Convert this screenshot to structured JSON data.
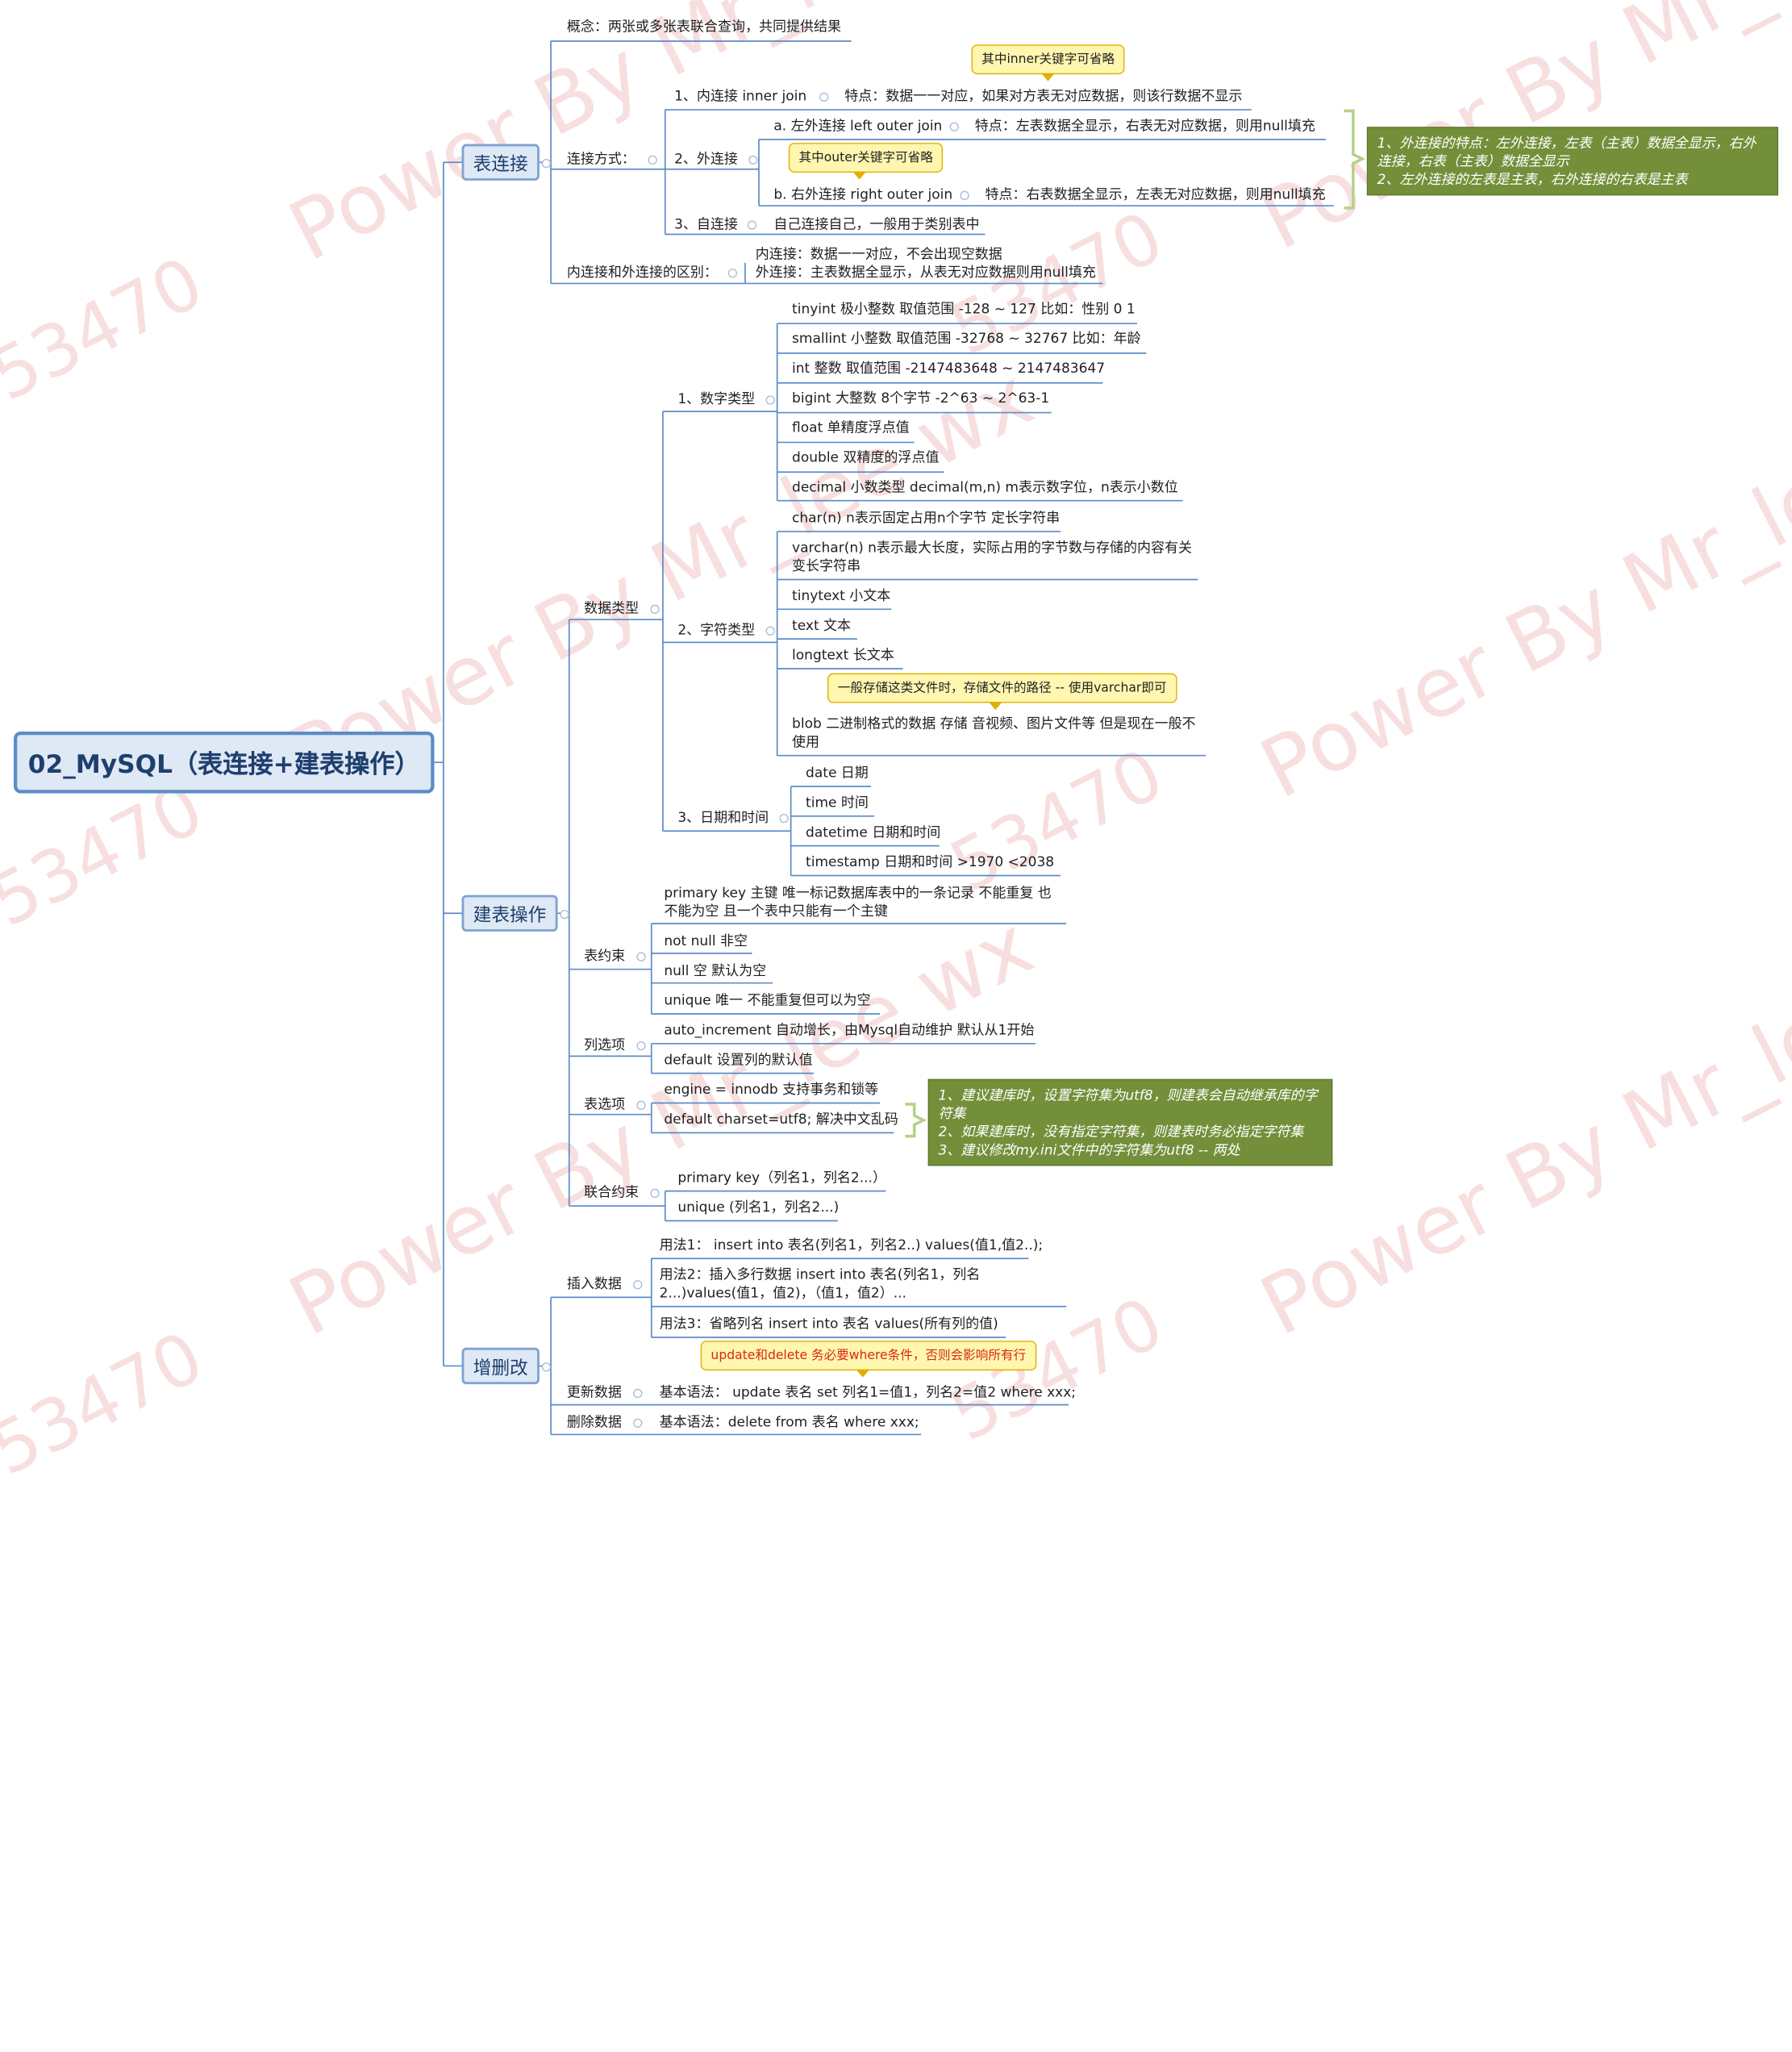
{
  "root": "02_MySQL（表连接+建表操作）",
  "watermarks": {
    "main": "Power By Mr_lee wx",
    "number": "53470",
    "mixed": "Power By Mr_lee wx:37953470"
  },
  "colors": {
    "main_fill": "#dfe8f5",
    "main_border": "#7fa3d1",
    "line": "#5b8cc8",
    "note_fill": "#fff6b0",
    "summary_fill": "#738f3a",
    "warning_text": "#d62a10"
  },
  "table_join": {
    "title": "表连接",
    "concept": "概念：两张或多张表联合查询，共同提供结果",
    "methods_label": "连接方式：",
    "inner_join": "1、内连接  inner join",
    "inner_feature": "特点：数据一一对应，如果对方表无对应数据，则该行数据不显示",
    "inner_note": "其中inner关键字可省略",
    "outer": "2、外连接",
    "left_outer": "a. 左外连接 left outer join",
    "left_feature": "特点：左表数据全显示，右表无对应数据，则用null填充",
    "outer_note": "其中outer关键字可省略",
    "right_outer": "b. 右外连接 right outer join",
    "right_feature": "特点：右表数据全显示，左表无对应数据，则用null填充",
    "self_join": "3、自连接",
    "self_feature": "自己连接自己，一般用于类别表中",
    "outer_summary": [
      "1、外连接的特点：左外连接，左表（主表）数据全显示，右外连接，右表（主表）数据全显示",
      "2、左外连接的左表是主表，右外连接的右表是主表"
    ],
    "diff_label": "内连接和外连接的区别：",
    "diff_inner": "内连接：数据一一对应，不会出现空数据",
    "diff_outer": "外连接：主表数据全显示，从表无对应数据则用null填充"
  },
  "create_table": {
    "title": "建表操作",
    "data_types": "数据类型",
    "numeric": "1、数字类型",
    "numeric_items": [
      "tinyint 极小整数 取值范围 -128 ~ 127  比如：性别 0 1",
      "smallint 小整数 取值范围 -32768 ~ 32767   比如：年龄",
      "int  整数 取值范围 -2147483648 ~ 2147483647",
      "bigint 大整数 8个字节 -2^63 ~ 2^63-1",
      "float 单精度浮点值",
      "double 双精度的浮点值",
      "decimal 小数类型 decimal(m,n)  m表示数字位，n表示小数位"
    ],
    "string": "2、字符类型",
    "string_items": [
      "char(n) n表示固定占用n个字节 定长字符串",
      "varchar(n) n表示最大长度，实际占用的字节数与存储的内容有关 变长字符串",
      "tinytext 小文本",
      "text 文本",
      "longtext 长文本",
      "blob 二进制格式的数据 存储 音视频、图片文件等 但是现在一般不使用"
    ],
    "blob_note": "一般存储这类文件时，存储文件的路径 -- 使用varchar即可",
    "datetime": "3、日期和时间",
    "datetime_items": [
      "date 日期",
      "time 时间",
      "datetime 日期和时间",
      "timestamp 日期和时间  >1970   <2038"
    ],
    "constraints": "表约束",
    "constraint_items": [
      "primary key 主键 唯一标记数据库表中的一条记录 不能重复 也不能为空 且一个表中只能有一个主键",
      "not null 非空",
      "null 空  默认为空",
      "unique 唯一  不能重复但可以为空"
    ],
    "column_options": "列选项",
    "column_items": [
      "auto_increment 自动增长，由Mysql自动维护 默认从1开始",
      "default 设置列的默认值"
    ],
    "table_options": "表选项",
    "table_items": [
      "engine = innodb 支持事务和锁等",
      "default charset=utf8; 解决中文乱码"
    ],
    "charset_summary": [
      "1、建议建库时，设置字符集为utf8，则建表会自动继承库的字符集",
      "2、如果建库时，没有指定字符集，则建表时务必指定字符集",
      "3、建议修改my.ini文件中的字符集为utf8 -- 两处"
    ],
    "composite": "联合约束",
    "composite_items": [
      "primary key（列名1，列名2...）",
      "unique (列名1，列名2...)"
    ]
  },
  "crud": {
    "title": "增删改",
    "insert": "插入数据",
    "insert_items": [
      "用法1： insert into 表名(列名1，列名2..) values(值1,值2..);",
      "用法2：插入多行数据 insert into 表名(列名1，列名2...)values(值1，值2)，（值1，值2）...",
      "用法3：省略列名  insert into 表名 values(所有列的值)"
    ],
    "warning": "update和delete 务必要where条件，否则会影响所有行",
    "update": "更新数据",
    "update_syntax": "基本语法： update 表名 set 列名1=值1，列名2=值2 where xxx;",
    "delete": "删除数据",
    "delete_syntax": "基本语法：delete from 表名 where xxx;"
  }
}
